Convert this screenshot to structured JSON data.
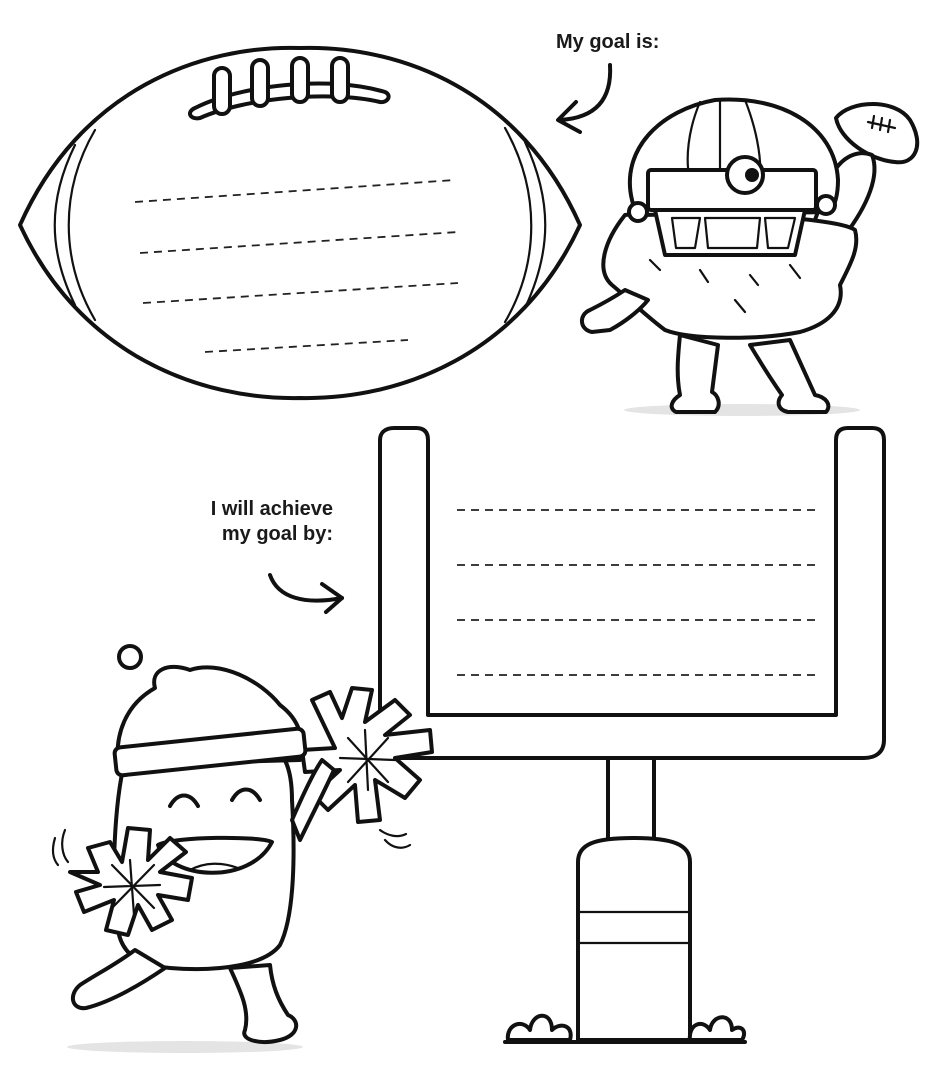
{
  "labels": {
    "goal": "My goal is:",
    "achieve_line1": "I will achieve",
    "achieve_line2": "my goal by:"
  },
  "icons": {
    "football": "football-icon",
    "goalpost": "goalpost-icon",
    "football_monster": "football-player-monster-icon",
    "cheerleader_monster": "cheerleader-monster-icon",
    "arrow": "curved-arrow-icon"
  },
  "colors": {
    "ink": "#111111",
    "paper": "#ffffff",
    "shadow": "#e4e4e4"
  }
}
